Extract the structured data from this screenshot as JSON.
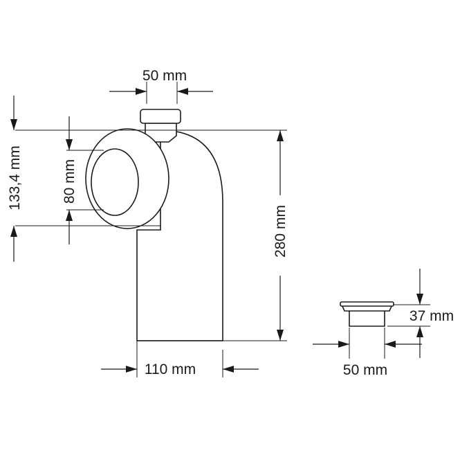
{
  "dimensions": {
    "top_inlet_diameter": "50 mm",
    "height_left": "133,4 mm",
    "ring_diameter": "80 mm",
    "total_height": "280 mm",
    "outlet_diameter": "110 mm",
    "cap_height": "37 mm",
    "cap_diameter": "50 mm"
  },
  "colors": {
    "line": "#1a1a1a",
    "background": "#ffffff"
  }
}
